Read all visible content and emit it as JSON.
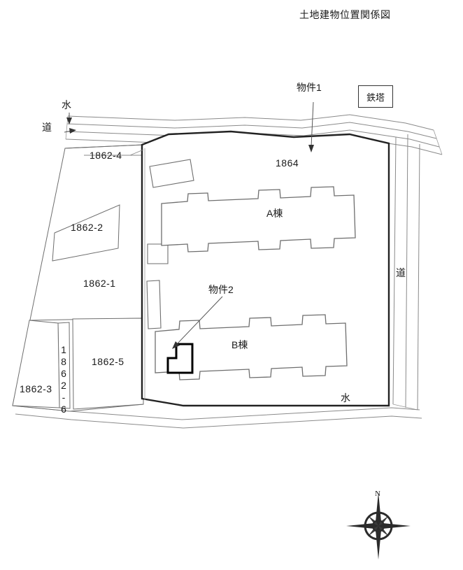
{
  "title": "土地建物位置関係図",
  "annotations": {
    "property1": "物件1",
    "property2": "物件2",
    "tower": "鉄塔",
    "water_top": "水",
    "road_top": "道",
    "road_right": "道",
    "water_bottom": "水"
  },
  "parcels": [
    {
      "id": "1862-4",
      "label": "1862-4"
    },
    {
      "id": "1862-2",
      "label": "1862-2"
    },
    {
      "id": "1862-1",
      "label": "1862-1"
    },
    {
      "id": "1862-6",
      "label": "1862-6"
    },
    {
      "id": "1862-5",
      "label": "1862-5"
    },
    {
      "id": "1862-3",
      "label": "1862-3"
    },
    {
      "id": "1864",
      "label": "1864"
    }
  ],
  "buildings": [
    {
      "id": "A",
      "label": "A棟"
    },
    {
      "id": "B",
      "label": "B棟"
    }
  ],
  "compass": {
    "north_label": "N"
  },
  "colors": {
    "ink": "#1a1a1a",
    "boundary": "#222222",
    "thin_line": "#8a8a8a",
    "building_line": "#6e6e6e",
    "highlight": "#000000",
    "paper": "#ffffff"
  }
}
